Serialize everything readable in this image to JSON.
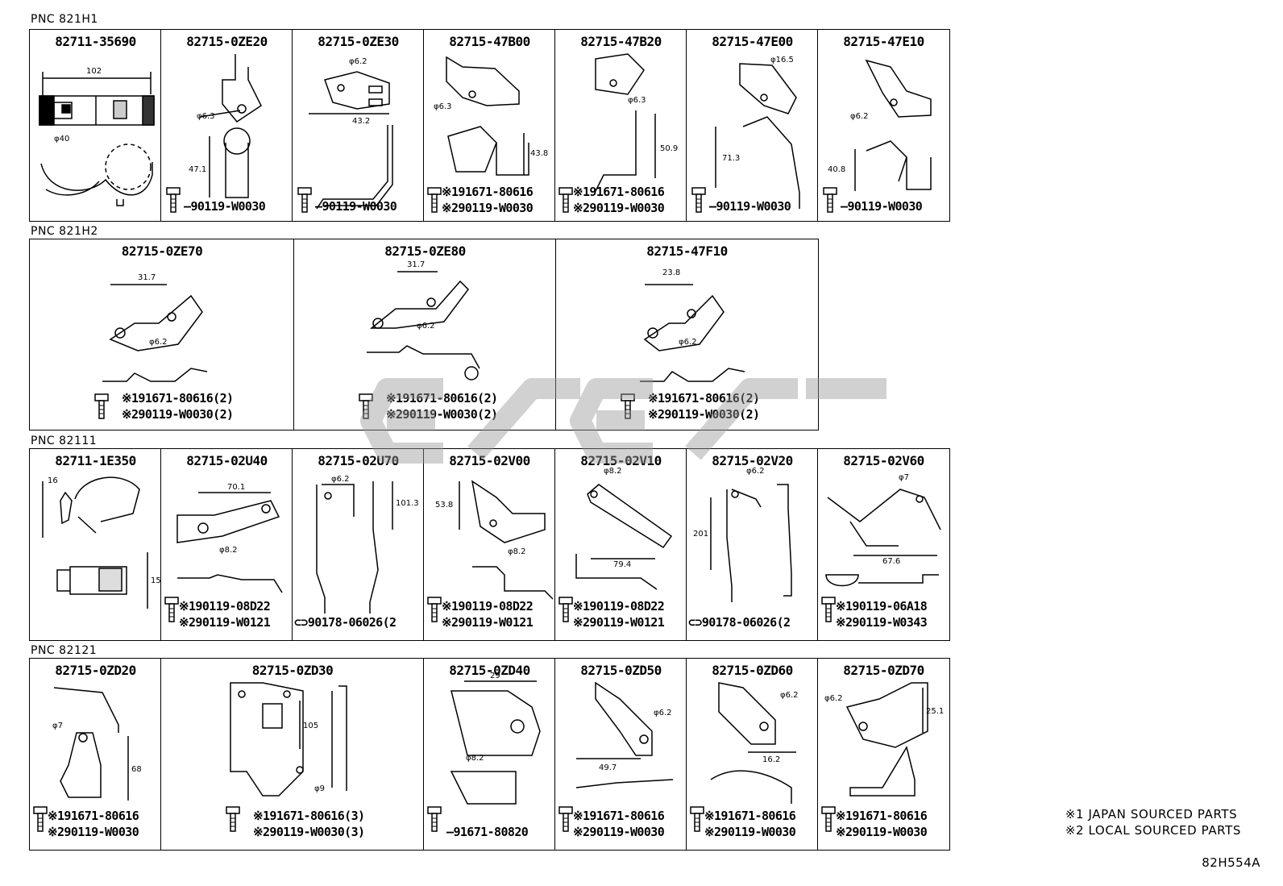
{
  "sections": [
    {
      "label": "PNC 821H1",
      "cells": [
        {
          "pn": "82711-35690",
          "fasteners": []
        },
        {
          "pn": "82715-0ZE20",
          "fasteners": [
            "90119-W0030"
          ]
        },
        {
          "pn": "82715-0ZE30",
          "fasteners": [
            "90119-W0030"
          ]
        },
        {
          "pn": "82715-47B00",
          "fasteners": [
            "※191671-80616",
            "※290119-W0030"
          ]
        },
        {
          "pn": "82715-47B20",
          "fasteners": [
            "※191671-80616",
            "※290119-W0030"
          ]
        },
        {
          "pn": "82715-47E00",
          "fasteners": [
            "90119-W0030"
          ]
        },
        {
          "pn": "82715-47E10",
          "fasteners": [
            "90119-W0030"
          ]
        }
      ]
    },
    {
      "label": "PNC 821H2",
      "cells": [
        {
          "pn": "82715-0ZE70",
          "fasteners": [
            "※191671-80616(2)",
            "※290119-W0030(2)"
          ]
        },
        {
          "pn": "82715-0ZE80",
          "fasteners": [
            "※191671-80616(2)",
            "※290119-W0030(2)"
          ]
        },
        {
          "pn": "82715-47F10",
          "fasteners": [
            "※191671-80616(2)",
            "※290119-W0030(2)"
          ]
        }
      ]
    },
    {
      "label": "PNC 82111",
      "cells": [
        {
          "pn": "82711-1E350",
          "fasteners": []
        },
        {
          "pn": "82715-02U40",
          "fasteners": [
            "※190119-08D22",
            "※290119-W0121"
          ]
        },
        {
          "pn": "82715-02U70",
          "fasteners": [
            "90178-06026(2"
          ]
        },
        {
          "pn": "82715-02V00",
          "fasteners": [
            "※190119-08D22",
            "※290119-W0121"
          ]
        },
        {
          "pn": "82715-02V10",
          "fasteners": [
            "※190119-08D22",
            "※290119-W0121"
          ]
        },
        {
          "pn": "82715-02V20",
          "fasteners": [
            "90178-06026(2"
          ]
        },
        {
          "pn": "82715-02V60",
          "fasteners": [
            "※190119-06A18",
            "※290119-W0343"
          ]
        }
      ]
    },
    {
      "label": "PNC 82121",
      "cells": [
        {
          "pn": "82715-0ZD20",
          "fasteners": [
            "※191671-80616",
            "※290119-W0030"
          ]
        },
        {
          "pn": "82715-0ZD30",
          "fasteners": [
            "※191671-80616(3)",
            "※290119-W0030(3)"
          ]
        },
        {
          "pn": "82715-0ZD40",
          "fasteners": [
            "91671-80820"
          ]
        },
        {
          "pn": "82715-0ZD50",
          "fasteners": [
            "※191671-80616",
            "※290119-W0030"
          ]
        },
        {
          "pn": "82715-0ZD60",
          "fasteners": [
            "※191671-80616",
            "※290119-W0030"
          ]
        },
        {
          "pn": "82715-0ZD70",
          "fasteners": [
            "※191671-80616",
            "※290119-W0030"
          ]
        }
      ]
    }
  ],
  "dims": {
    "r1": [
      "102",
      "φ40",
      "φ6.3",
      "47.1",
      "φ6.2",
      "43.2",
      "φ6.3",
      "43.8",
      "φ6.3",
      "50.9",
      "φ16.5",
      "71.3",
      "φ6.2",
      "40.8"
    ],
    "r2": [
      "31.7",
      "φ6.2",
      "31.7",
      "φ6.2",
      "23.8",
      "φ6.2"
    ],
    "r3": [
      "16",
      "15",
      "70.1",
      "φ8.2",
      "φ6.2",
      "101.3",
      "53.8",
      "φ8.2",
      "φ8.2",
      "79.4",
      "φ6.2",
      "201",
      "φ7",
      "67.6"
    ],
    "r4": [
      "φ7",
      "68",
      "105",
      "φ9",
      "29",
      "φ8.2",
      "φ6.2",
      "49.7",
      "φ6.2",
      "16.2",
      "φ6.2",
      "25.1"
    ]
  },
  "notes": [
    "※1 JAPAN SOURCED PARTS",
    "※2 LOCAL SOURCED PARTS"
  ],
  "diagram_code": "82H554A"
}
